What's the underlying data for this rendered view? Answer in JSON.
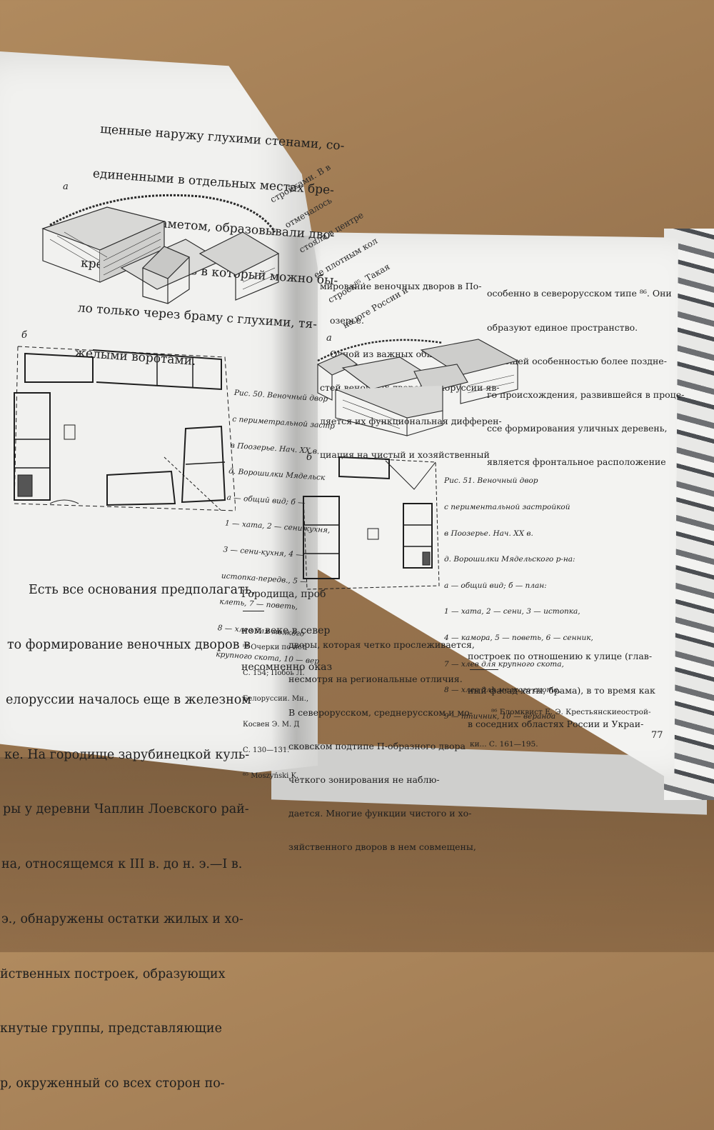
{
  "left_page": {
    "top_text": [
      "щенные наружу глухими стенами, со-",
      "единенными в отдельных местах бре-",
      "венчатым заметом, образовывали дво-",
      "крепость, попасть в который можно бы-",
      "ло только через браму с глухими, тя-",
      "желыми воротами."
    ],
    "crop_fragment": [
      "стройками. В в",
      "отмечалось",
      "стояла в центре",
      "ее плотным кол",
      "строек⁸⁵. Такая",
      "на юге России и"
    ],
    "fig_a_label": "а",
    "fig_b_label": "б",
    "caption": [
      "Рис. 50. Веночный двор",
      "с периметральной застр",
      "в Поозерье. Нач. XX в.",
      "д. Ворошилки Мядельск",
      "а — общий вид; б —",
      "1 — хата, 2 — сени-кухня,",
      "3 — сени-кухня, 4 —",
      "истопка-передв., 5 —",
      "клеть, 7 — поветь,",
      "8 — хлев для мелкого",
      "крупного скота, 10 — вер"
    ],
    "bottom_text": [
      "Есть все основания предполагать,",
      "то формирование веночных дворов в",
      "елоруссии началось еще в железном",
      "ке. На городище зарубинецкой куль-",
      "ры у деревни Чаплин Лоевского рай-",
      "на, относящемся к III в. до н. э.—I в.",
      "э., обнаружены остатки жилых и хо-",
      "йственных построек, образующих",
      "кнутые группы, представляющие",
      "р, окруженный со всех сторон по-"
    ],
    "bottom_mid": [
      "Городища, проб",
      "ном веке в север",
      "несомненно оказ"
    ],
    "footnotes": [
      "⁸⁴ Очерки по ист",
      "С. 154; Побоь Л.",
      "Белоруссии. Мн.,",
      "Косвен Э. М. Д",
      "С. 130—131.",
      "⁸⁵ Moszyński K."
    ]
  },
  "right_page": {
    "col1_top": [
      "мирование веночных дворов в По-",
      "озерье.",
      "Одной из важных общих особенно-",
      "стей веночных дворов Белоруссии яв-",
      "ляется их функциональная дифферен-",
      "циация на чистый и хозяйственный"
    ],
    "col2_top": [
      "особенно в северорусском типе ⁸⁶. Они",
      "образуют единое пространство.",
      "Общей особенностью более поздне-",
      "го происхождения, развившейся в проце-",
      "ссе формирования уличных деревень,",
      "является фронтальное расположение"
    ],
    "fig_a_label": "а",
    "fig_b_label": "б",
    "caption": [
      "Рис. 51. Веночный двор",
      "с периментальной застройкой",
      "в Поозерье. Нач. XX в.",
      "д. Ворошилки Мядельского р-на:",
      "а — общий вид; б — план:",
      "1 — хата, 2 — сени, 3 — истопка,",
      "4 — камора, 5 — поветь, 6 — сенник,",
      "7 — хлев для крупного скота,",
      "8 — хлев для мелкого скота,",
      "9 — птичник, 10 — веранда"
    ],
    "col1_bottom": [
      "дворы, которая четко прослеживается,",
      "несмотря на региональные отличия.",
      "В северорусском, среднерусском и мо-",
      "сковском подтипе П-образного двора",
      "четкого зонирования не наблю-",
      "дается. Многие функции чистого и хо-",
      "зяйственного дворов в нем совмещены,"
    ],
    "col2_bottom": [
      "построек по отношению к улице (глав-",
      "ный фасад хаты, брама), в то время как",
      "в соседних областях России и Украи-"
    ],
    "footnote": [
      "⁸⁶ Бломквист Е. Э. Крестьянскиеострой-",
      "ки... С. 161—195."
    ],
    "page_number": "77"
  }
}
